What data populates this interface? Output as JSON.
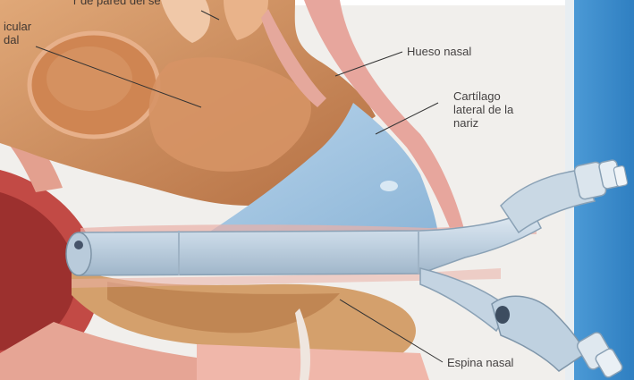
{
  "labels": {
    "top_partial": "r de pared del se",
    "left_partial": "icular\ndal",
    "hueso_nasal": "Hueso nasal",
    "cartilago": "Cartílago\nlateral de la\nnariz",
    "espina_nasal": "Espina nasal"
  },
  "colors": {
    "paper": "#f1efec",
    "bone": "#cf8e5d",
    "cartilage": "#9cc3e0",
    "mucosa": "#e7a69d",
    "tube": "#c5d6e4",
    "blue_border": "#3a8ccc"
  }
}
